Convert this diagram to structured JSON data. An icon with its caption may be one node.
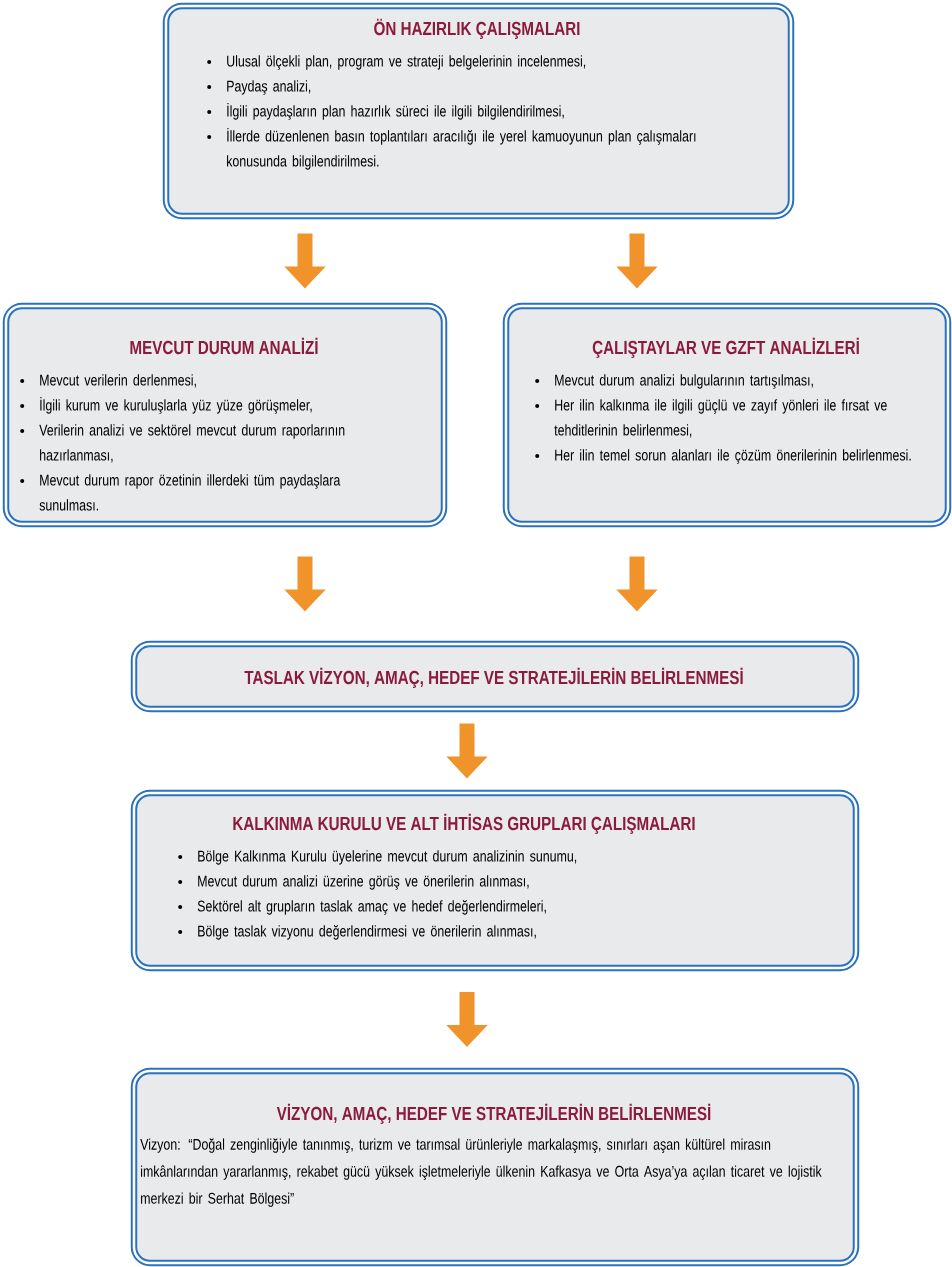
{
  "diagram": {
    "nodes": [
      {
        "text": [
          "ÖN HAZIRLIK ÇALIŞMALARI",
          "Ulusal ölçekli plan, program ve strateji belgelerinin incelenmesi,",
          "Paydaş analizi,",
          "İlgili paydaşların plan hazırlık süreci ile ilgili bilgilendirilmesi,",
          "İllerde düzenlenen basın toplantıları aracılığı ile yerel kamuoyunun plan çalışmaları konusunda bilgilendirilmesi."
        ]
      },
      {
        "text": [
          "MEVCUT DURUM ANALİZİ",
          "Mevcut verilerin derlenmesi,",
          "İlgili kurum ve kuruluşlarla yüz yüze görüşmeler,",
          "Verilerin analizi ve sektörel mevcut durum raporlarının hazırlanması,",
          "Mevcut durum rapor özetinin illerdeki tüm paydaşlara sunulması."
        ]
      },
      {
        "text": [
          "ÇALIŞTAYLAR VE GZFT ANALİZLERİ",
          "Mevcut durum analizi bulgularının tartışılması,",
          "Her ilin kalkınma ile ilgili güçlü ve zayıf yönleri ile fırsat ve tehditlerinin belirlenmesi,",
          "Her ilin temel sorun alanları ile çözüm önerilerinin belirlenmesi."
        ]
      },
      {
        "text": [
          "TASLAK VİZYON, AMAÇ, HEDEF VE STRATEJİLERİN BELİRLENMESİ"
        ]
      },
      {
        "text": [
          "KALKINMA KURULU VE ALT İHTİSAS GRUPLARI ÇALIŞMALARI",
          "Bölge Kalkınma Kurulu üyelerine mevcut durum analizinin sunumu,",
          "Mevcut durum analizi üzerine görüş ve önerilerin alınması,",
          "Sektörel alt grupların taslak amaç ve hedef değerlendirmeleri,",
          "Bölge taslak vizyonu değerlendirmesi ve önerilerin alınması,"
        ]
      },
      {
        "text": [
          "VİZYON, AMAÇ, HEDEF VE STRATEJİLERİN BELİRLENMESİ",
          "Vizyon: “Doğal zenginliğiyle tanınmış, turizm ve tarımsal ürünleriyle markalaşmış, sınırları aşan kültürel mirasın imkânlarından yararlanmış, rekabet gücü yüksek işletmeleriyle ülkenin Kafkasya ve Orta Asya’ya açılan ticaret ve lojistik merkezi bir Serhat Bölgesi”"
        ]
      }
    ],
    "edges": [
      {
        "from": 0,
        "to": 1,
        "arrow": "to"
      },
      {
        "from": 0,
        "to": 2,
        "arrow": "to"
      },
      {
        "from": 1,
        "to": 3,
        "arrow": "to"
      },
      {
        "from": 2,
        "to": 3,
        "arrow": "to"
      },
      {
        "from": 3,
        "to": 4,
        "arrow": "to"
      },
      {
        "from": 4,
        "to": 5,
        "arrow": "to"
      }
    ]
  }
}
